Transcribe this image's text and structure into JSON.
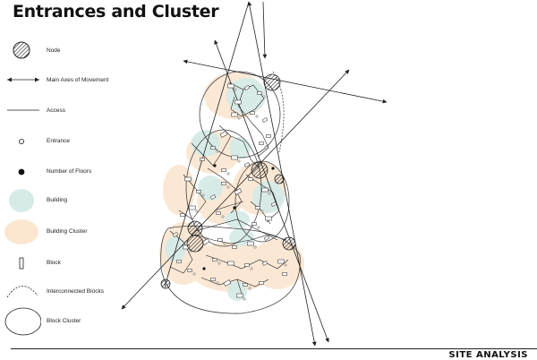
{
  "title": "Entrances and Cluster",
  "footer": "SITE ANALYSIS",
  "colors": {
    "building": "#d6ebe8",
    "cluster": "#fbe6d0",
    "line": "#222222"
  },
  "legend": [
    {
      "key": "node",
      "icon": "hatched-circle-icon",
      "label": "Node"
    },
    {
      "key": "main-axes",
      "icon": "double-arrow-icon",
      "label": "Main Axes of Movement"
    },
    {
      "key": "access",
      "icon": "line-icon",
      "label": "Access"
    },
    {
      "key": "entrance",
      "icon": "open-circle-icon",
      "label": "Entrance"
    },
    {
      "key": "floors",
      "icon": "filled-dot-icon",
      "label": "Number of Floors"
    },
    {
      "key": "building",
      "icon": "teal-blob-icon",
      "label": "Building"
    },
    {
      "key": "building-cluster",
      "icon": "peach-blob-icon",
      "label": "Building Cluster"
    },
    {
      "key": "block",
      "icon": "rectangle-icon",
      "label": "Block"
    },
    {
      "key": "interconnected",
      "icon": "dashed-arc-icon",
      "label": "Interconnected Blocks"
    },
    {
      "key": "block-cluster",
      "icon": "ellipse-icon",
      "label": "Block Cluster"
    }
  ]
}
